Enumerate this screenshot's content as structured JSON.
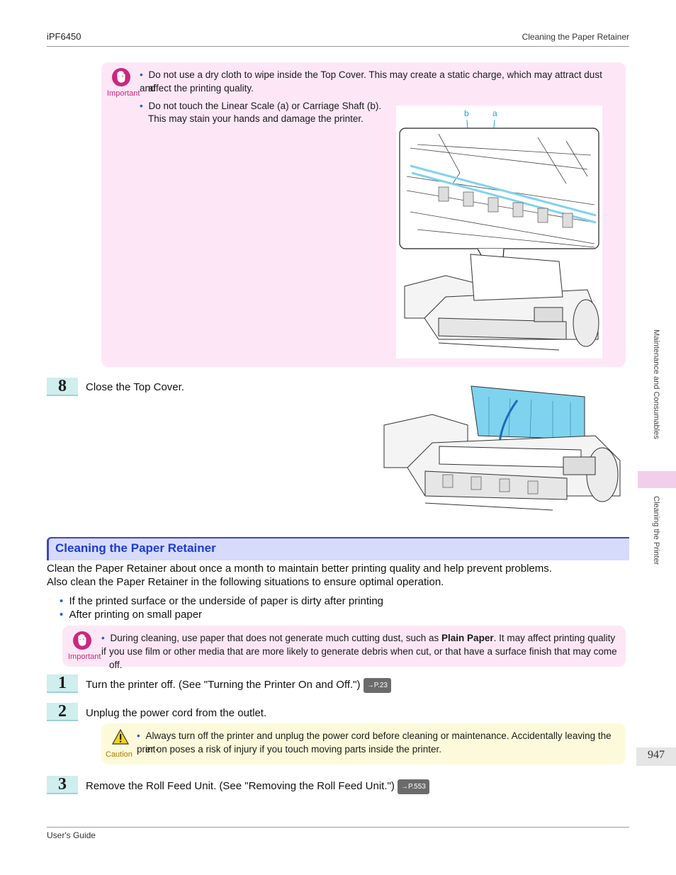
{
  "header": {
    "model": "iPF6450",
    "section": "Cleaning the Paper Retainer"
  },
  "footer": {
    "guide": "User's Guide"
  },
  "sidebar": {
    "chapter": "Maintenance and Consumables",
    "topic": "Cleaning the Printer"
  },
  "page_number": "947",
  "important_note_1": {
    "label": "Important",
    "icon": "hand-stop-icon",
    "items": [
      "Do not use a dry cloth to wipe inside the Top Cover. This may create a static charge, which may attract dust and",
      "affect the printing quality.",
      "Do not touch the Linear Scale (a) or Carriage Shaft (b).",
      "This may stain your hands and damage the printer."
    ],
    "figure_labels": {
      "b": "b",
      "a": "a"
    }
  },
  "step8": {
    "number": "8",
    "text": "Close the Top Cover."
  },
  "section": {
    "title": "Cleaning the Paper Retainer",
    "intro_1": "Clean the Paper Retainer about once a month to maintain better printing quality and help prevent problems.",
    "intro_2": "Also clean the Paper Retainer in the following situations to ensure optimal operation.",
    "bullets": [
      "If the printed surface or the underside of paper is dirty after printing",
      "After printing on small paper"
    ]
  },
  "important_note_2": {
    "label": "Important",
    "line1_pre": "During cleaning, use paper that does not generate much cutting dust, such as ",
    "line1_bold": "Plain Paper",
    "line1_post": ". It may affect printing quality if",
    "line2": "you use film or other media that are more likely to generate debris when cut, or that have a surface finish that may come off."
  },
  "step1": {
    "number": "1",
    "text": "Turn the printer off.  (See \"Turning the Printer On and Off.\")",
    "ref": "→P.23"
  },
  "step2": {
    "number": "2",
    "text": "Unplug the power cord from the outlet."
  },
  "caution_note": {
    "label": "Caution",
    "line1": "Always turn off the printer and unplug the power cord before cleaning or maintenance. Accidentally leaving the print-",
    "line2": "er on poses a risk of injury if you touch moving parts inside the printer."
  },
  "step3": {
    "number": "3",
    "text": "Remove the Roll Feed Unit.  (See \"Removing the Roll Feed Unit.\")",
    "ref": "→P.553"
  },
  "colors": {
    "accent": "#1c3ccf",
    "important": "#c8287e",
    "note_bg": "#fde7f7",
    "caution_bg": "#fdfadb",
    "step_bg": "#cfeeee",
    "cover_highlight": "#7fd3ee"
  }
}
